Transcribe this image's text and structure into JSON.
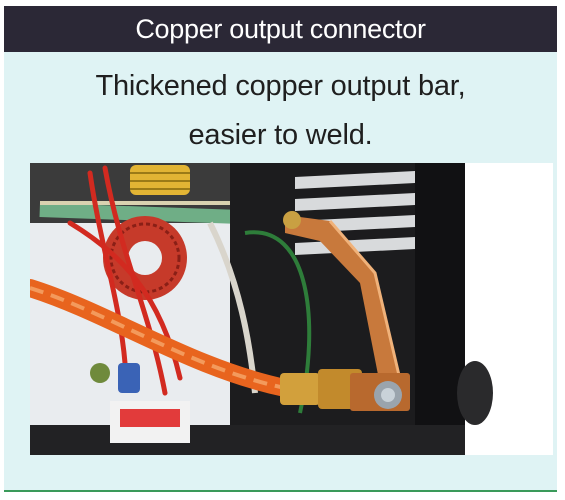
{
  "header": {
    "title": "Copper output connector"
  },
  "description": {
    "line1": "Thickened copper output bar,",
    "line2": "easier to weld."
  },
  "photo": {
    "subject": "welder-internals-copper-bar",
    "colors": {
      "panel": "#2b2836",
      "background": "#dff3f4",
      "copper": "#c8793c",
      "orange_cable": "#e8641e",
      "green_wire": "#2e7d3a"
    }
  }
}
